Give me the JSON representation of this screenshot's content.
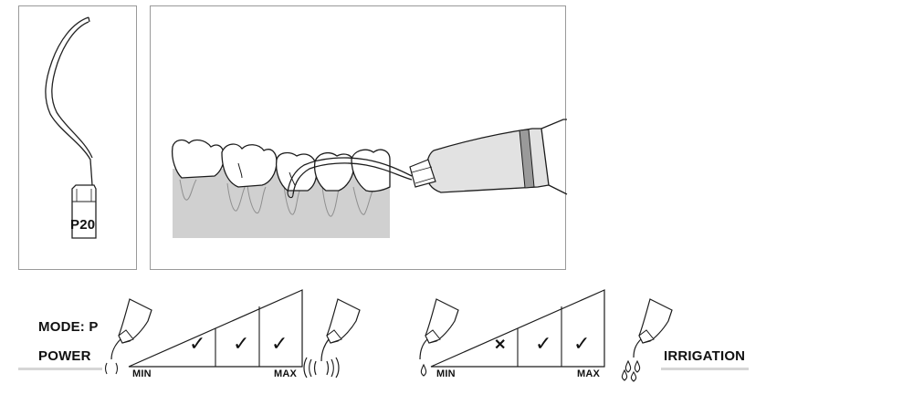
{
  "tip": {
    "model": "P20"
  },
  "mode": {
    "mode_label": "MODE: P",
    "power_label": "POWER",
    "irrigation_label": "IRRIGATION"
  },
  "power_scale": {
    "min_label": "MIN",
    "max_label": "MAX",
    "levels": [
      "check",
      "check",
      "check"
    ]
  },
  "irrigation_scale": {
    "min_label": "MIN",
    "max_label": "MAX",
    "levels": [
      "cross",
      "check",
      "check"
    ]
  },
  "icons": {
    "levels_glyph": {
      "check": "✓",
      "cross": "✕"
    }
  }
}
